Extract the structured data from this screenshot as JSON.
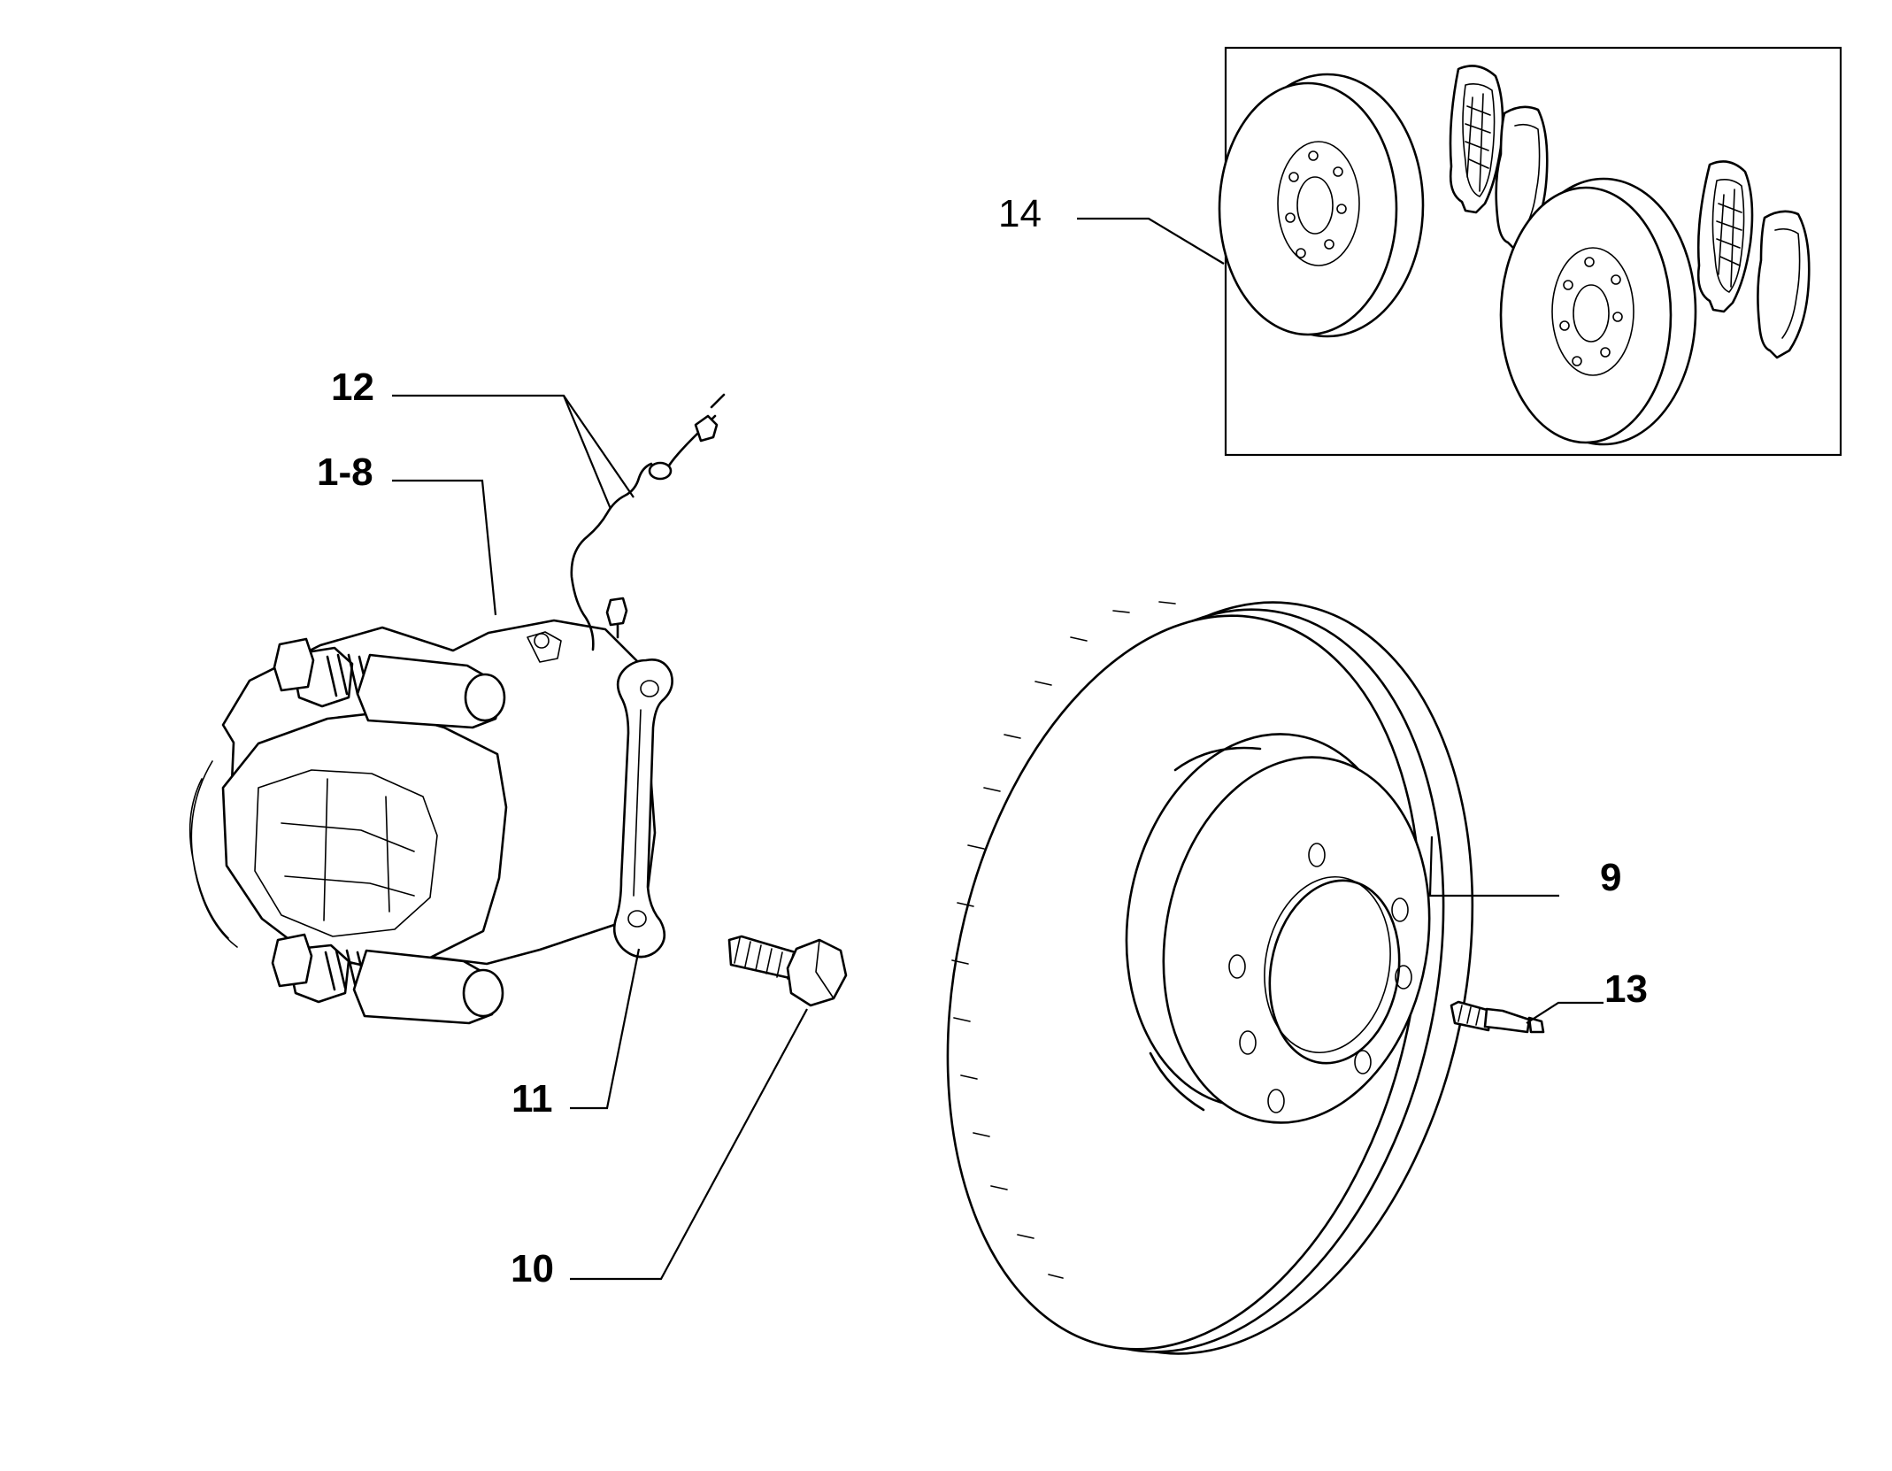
{
  "diagram": {
    "kit_callout": "14",
    "callouts": [
      {
        "key": "caliper",
        "label": "1-8"
      },
      {
        "key": "disc",
        "label": "9"
      },
      {
        "key": "bolt",
        "label": "10"
      },
      {
        "key": "plate",
        "label": "11"
      },
      {
        "key": "wear_sensor",
        "label": "12"
      },
      {
        "key": "stud",
        "label": "13"
      }
    ]
  }
}
